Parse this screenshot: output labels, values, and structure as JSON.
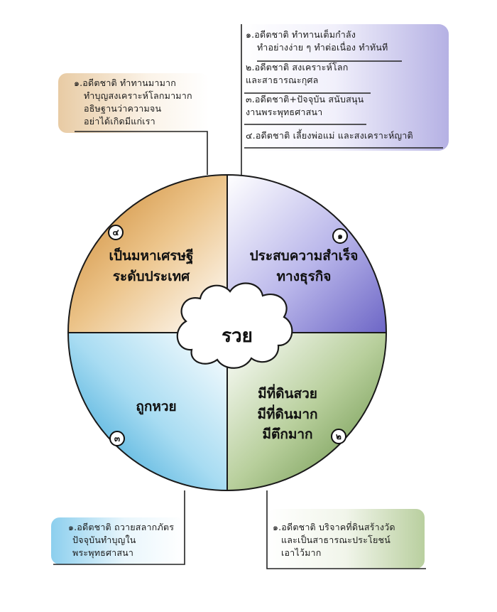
{
  "center": {
    "label": "รวย"
  },
  "quadrants": [
    {
      "id": "q1",
      "number": "๑",
      "title_lines": [
        "ประสบความสำเร็จ",
        "ทางธุรกิจ"
      ],
      "color": "#7f7ad0"
    },
    {
      "id": "q2",
      "number": "๒",
      "title_lines": [
        "มีที่ดินสวย",
        "มีที่ดินมาก",
        "มีตึกมาก"
      ],
      "color": "#6f9a4c"
    },
    {
      "id": "q3",
      "number": "๓",
      "title_lines": [
        "ถูกหวย"
      ],
      "color": "#3fa8d8"
    },
    {
      "id": "q4",
      "number": "๔",
      "title_lines": [
        "เป็นมหาเศรษฐี",
        "ระดับประเทศ"
      ],
      "color": "#d08f3c"
    }
  ],
  "notes": {
    "q1": [
      [
        "๑.อดีตชาติ ทำทานเต็มกำลัง",
        "ทำอย่างง่าย ๆ ทำต่อเนื่อง ทำทันที"
      ],
      [
        "๒.อดีตชาติ สงเคราะห์โลก",
        "และสาธารณะกุศล"
      ],
      [
        "๓.อดีตชาติ+ปัจจุบัน สนับสนุน",
        "งานพระพุทธศาสนา"
      ],
      [
        "๔.อดีตชาติ เลี้ยงพ่อแม่ และสงเคราะห์ญาติ"
      ]
    ],
    "q2": [
      "๑.อดีตชาติ บริจาคที่ดินสร้างวัด",
      "และเป็นสาธารณะประโยชน์",
      "เอาไว้มาก"
    ],
    "q3": [
      "๑.อดีตชาติ ถวายสลากภัตร",
      "ปัจจุบันทำบุญใน",
      "พระพุทธศาสนา"
    ],
    "q4": [
      "๑.อดีตชาติ ทำทานมามาก",
      "ทำบุญสงเคราะห์โลกมามาก",
      "อธิษฐานว่าความจน",
      "อย่าได้เกิดมีแก่เรา"
    ]
  }
}
